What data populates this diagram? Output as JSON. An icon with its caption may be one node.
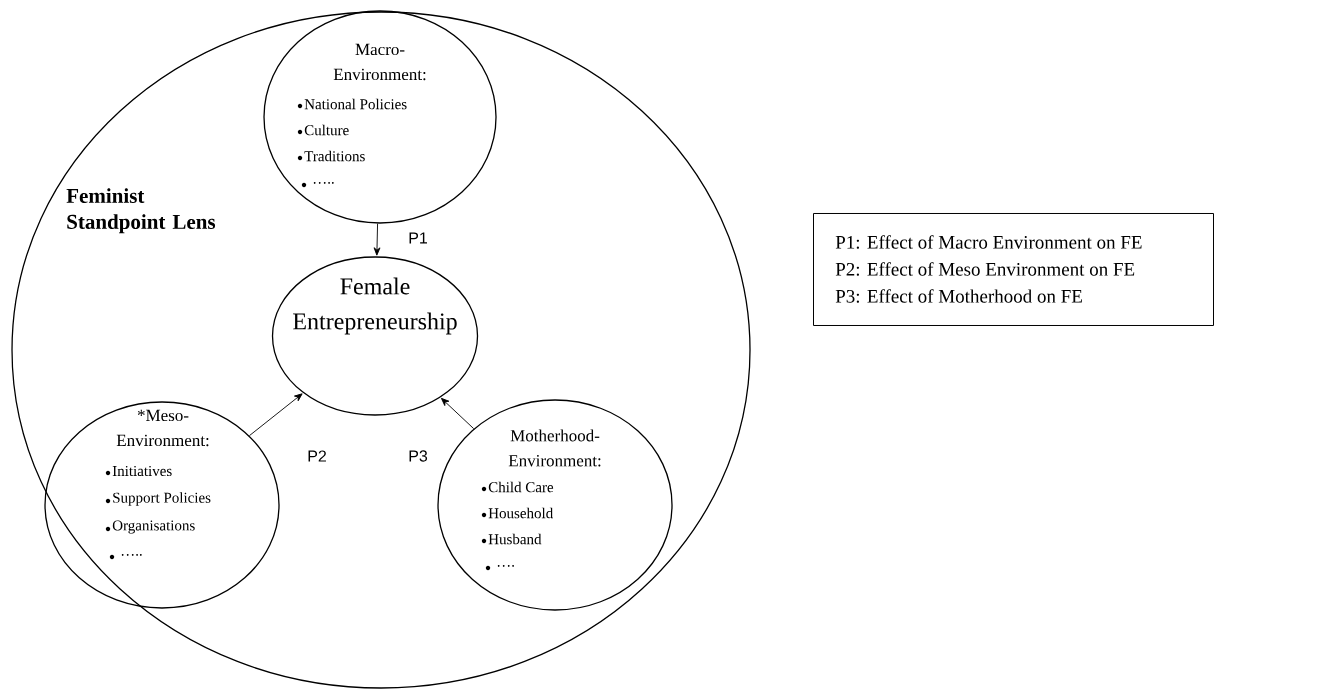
{
  "diagram": {
    "nodes": [
      {
        "text": [
          "Feminist Standpoint Lens"
        ]
      },
      {
        "text": [
          "Macro- Environment:",
          "National Policies",
          "Culture",
          "Traditions",
          "….."
        ],
        "in": 0
      },
      {
        "text": [
          "Female Entrepreneurship"
        ],
        "in": 0
      },
      {
        "text": [
          "*Meso- Environment:",
          "Initiatives",
          "Support Policies",
          "Organisations",
          "….."
        ],
        "in": 0
      },
      {
        "text": [
          "Motherhood- Environment:",
          "Child Care",
          "Household",
          "Husband",
          "…."
        ],
        "in": 0
      },
      {
        "text": [
          "P1: Effect of Macro Environment on FE",
          "P2: Effect of Meso Environment on FE",
          "P3: Effect of Motherhood on FE"
        ]
      }
    ],
    "edges": [
      {
        "from": 1,
        "to": 2,
        "arrow": "to",
        "label": "P1"
      },
      {
        "from": 3,
        "to": 2,
        "arrow": "to",
        "label": "P2"
      },
      {
        "from": 4,
        "to": 2,
        "arrow": "to",
        "label": "P3"
      }
    ]
  }
}
